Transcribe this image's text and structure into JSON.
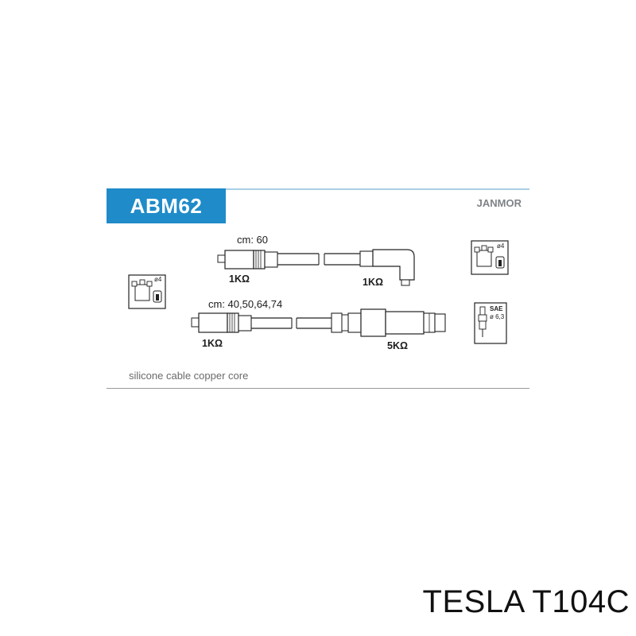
{
  "header": {
    "part_number": "ABM62",
    "brand": "JANMOR",
    "accent_color": "#1f8bc9"
  },
  "cable_top": {
    "length_label": "cm: 60",
    "left_resistance": "1KΩ",
    "right_resistance": "1KΩ"
  },
  "cable_bottom": {
    "length_label": "cm: 40,50,64,74",
    "left_resistance": "1KΩ",
    "right_resistance": "5KΩ"
  },
  "icons": {
    "distributor_left": {
      "name": "distributor-cap-icon",
      "label": "ø4"
    },
    "distributor_right": {
      "name": "distributor-cap-icon",
      "label": "ø4"
    },
    "spark_plug": {
      "name": "spark-plug-icon",
      "label_top": "SAE",
      "label_bottom": "ø 6,3"
    }
  },
  "footer": {
    "note": "silicone cable copper core"
  },
  "caption": "TESLA T104C"
}
